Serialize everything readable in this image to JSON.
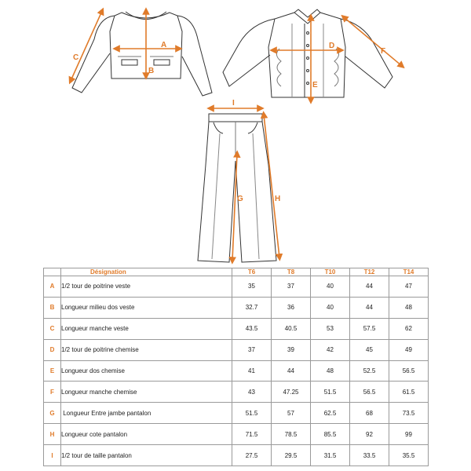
{
  "colors": {
    "accent": "#e07b2a",
    "line": "#333333",
    "grid": "#9a9a9a"
  },
  "measure_labels": [
    "A",
    "B",
    "C",
    "D",
    "E",
    "F",
    "G",
    "H",
    "I"
  ],
  "table": {
    "header": {
      "designation": "Désignation",
      "sizes": [
        "T6",
        "T8",
        "T10",
        "T12",
        "T14"
      ]
    },
    "rows": [
      {
        "code": "A",
        "label": "1/2 tour de poitrine veste",
        "values": [
          "35",
          "37",
          "40",
          "44",
          "47"
        ]
      },
      {
        "code": "B",
        "label": "Longueur milieu dos veste",
        "values": [
          "32.7",
          "36",
          "40",
          "44",
          "48"
        ]
      },
      {
        "code": "C",
        "label": "Longueur manche veste",
        "values": [
          "43.5",
          "40.5",
          "53",
          "57.5",
          "62"
        ]
      },
      {
        "code": "D",
        "label": "1/2 tour de poitrine chemise",
        "values": [
          "37",
          "39",
          "42",
          "45",
          "49"
        ]
      },
      {
        "code": "E",
        "label": "Longueur dos chemise",
        "values": [
          "41",
          "44",
          "48",
          "52.5",
          "56.5"
        ]
      },
      {
        "code": "F",
        "label": "Longueur manche chemise",
        "values": [
          "43",
          "47.25",
          "51.5",
          "56.5",
          "61.5"
        ]
      },
      {
        "code": "G",
        "label": " Longueur Entre jambe pantalon",
        "values": [
          "51.5",
          "57",
          "62.5",
          "68",
          "73.5"
        ]
      },
      {
        "code": "H",
        "label": "Longueur cote pantalon",
        "values": [
          "71.5",
          "78.5",
          "85.5",
          "92",
          "99"
        ]
      },
      {
        "code": "I",
        "label": "1/2 tour de taille pantalon",
        "values": [
          "27.5",
          "29.5",
          "31.5",
          "33.5",
          "35.5"
        ]
      }
    ]
  }
}
